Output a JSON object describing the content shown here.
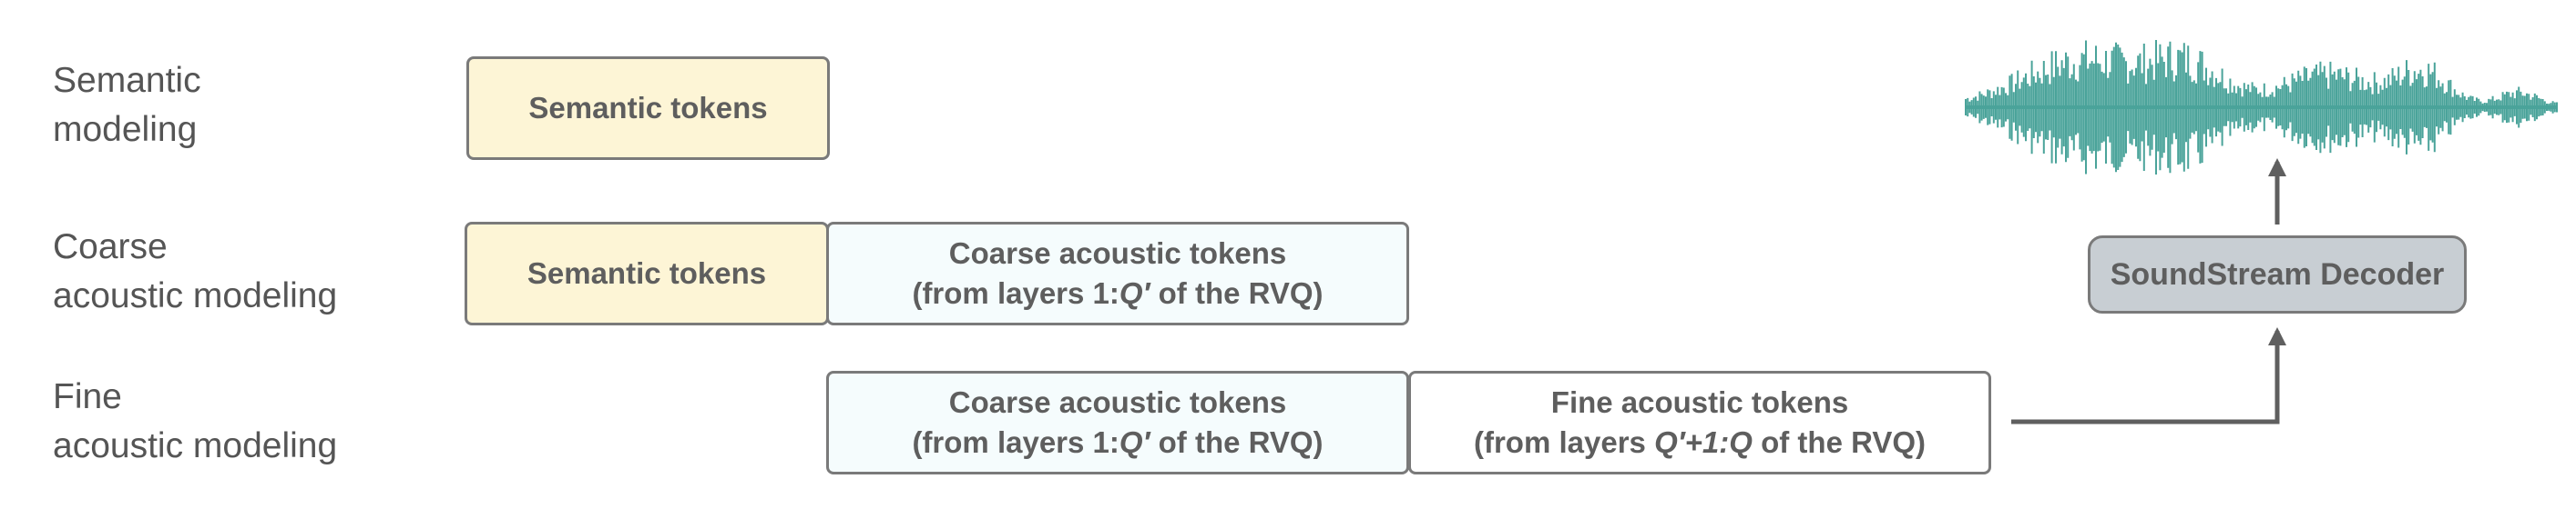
{
  "rows": {
    "semantic": {
      "line1": "Semantic",
      "line2": "modeling"
    },
    "coarse": {
      "line1": "Coarse",
      "line2": "acoustic modeling"
    },
    "fine": {
      "line1": "Fine",
      "line2": "acoustic modeling"
    }
  },
  "boxes": {
    "semantic_tokens": "Semantic tokens",
    "coarse_title": "Coarse acoustic tokens",
    "coarse_sub_pre": "(from layers 1:",
    "coarse_sub_var": "Q′",
    "coarse_sub_post": " of the RVQ)",
    "fine_title": "Fine acoustic tokens",
    "fine_sub_pre": "(from layers ",
    "fine_sub_var": "Q′+1:Q",
    "fine_sub_post": " of the RVQ)",
    "decoder": "SoundStream Decoder"
  },
  "colors": {
    "semantic_fill": "#fdf5d6",
    "acoustic_fill": "#f5fcfd",
    "decoder_fill": "#c8ced3",
    "waveform": "#4aa39a",
    "arrow": "#5f5f5f"
  },
  "icons": {
    "waveform": "audio-waveform-icon"
  }
}
